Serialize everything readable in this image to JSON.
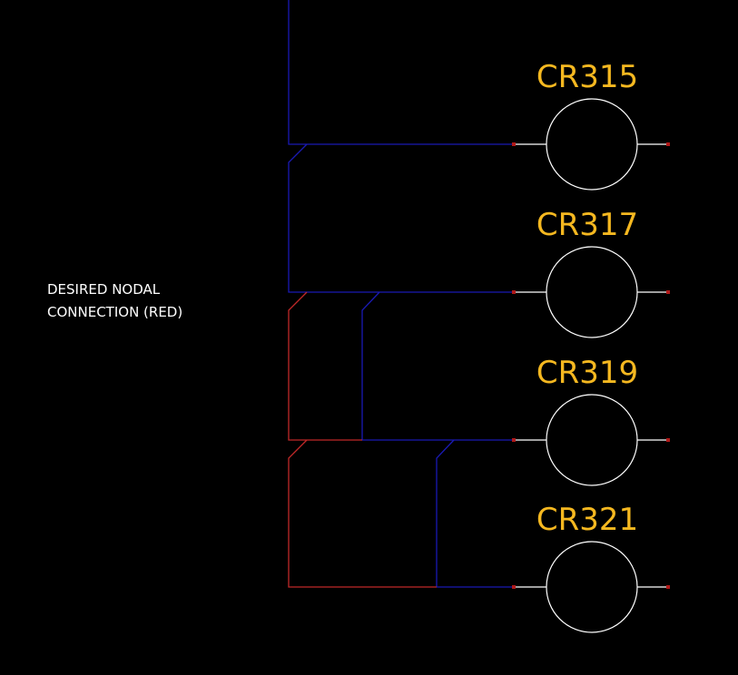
{
  "note": {
    "line1": "DESIRED NODAL",
    "line2": "CONNECTION (RED)"
  },
  "coils": [
    {
      "label": "CR315"
    },
    {
      "label": "CR317"
    },
    {
      "label": "CR319"
    },
    {
      "label": "CR321"
    }
  ],
  "colors": {
    "background": "#000000",
    "blue_wire": "#1a1ab4",
    "red_wire": "#c02828",
    "coil": "#ffffff",
    "label": "#f5b820",
    "terminal": "#b01818"
  }
}
